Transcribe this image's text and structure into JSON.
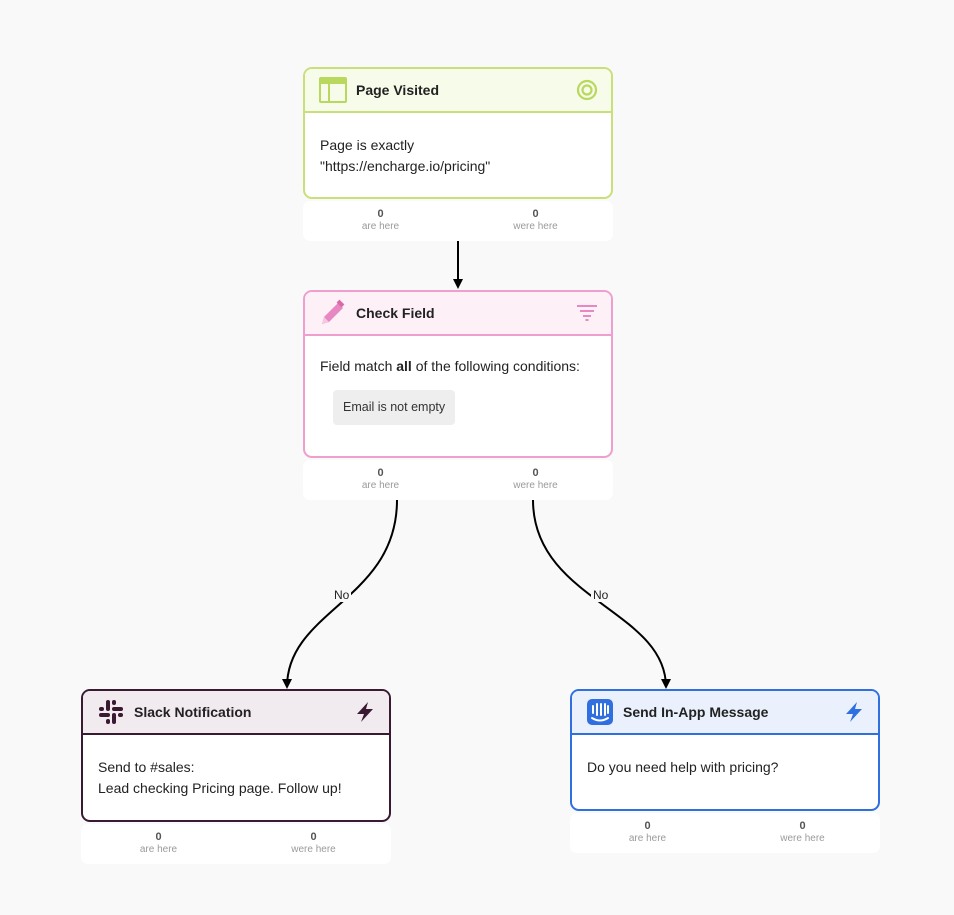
{
  "nodes": {
    "page_visited": {
      "title": "Page Visited",
      "body_line1": "Page is exactly",
      "body_line2": "\"https://encharge.io/pricing\"",
      "icon": "layout-icon",
      "corner_icon": "target-icon",
      "color": "#b9d85e",
      "header_bg": "#f7fbe9",
      "stats": {
        "here_count": "0",
        "here_label": "are here",
        "were_count": "0",
        "were_label": "were here"
      }
    },
    "check_field": {
      "title": "Check Field",
      "body_pre": "Field match ",
      "body_bold": "all",
      "body_post": " of the following conditions:",
      "condition": "Email is not empty",
      "icon": "pencil-icon",
      "corner_icon": "filter-icon",
      "color": "#e888c2",
      "header_bg": "#fdf0f7",
      "stats": {
        "here_count": "0",
        "here_label": "are here",
        "were_count": "0",
        "were_label": "were here"
      }
    },
    "slack": {
      "title": "Slack Notification",
      "body_line1": "Send to #sales:",
      "body_line2": "Lead checking Pricing page. Follow up!",
      "icon": "slack-icon",
      "corner_icon": "bolt-icon",
      "color": "#3a1a33",
      "header_bg": "#f1eaef",
      "stats": {
        "here_count": "0",
        "here_label": "are here",
        "were_count": "0",
        "were_label": "were here"
      }
    },
    "in_app": {
      "title": "Send In-App Message",
      "body_line1": "Do you need help with pricing?",
      "icon": "intercom-icon",
      "corner_icon": "bolt-icon",
      "color": "#2f6fe0",
      "header_bg": "#eaf1fd",
      "stats": {
        "here_count": "0",
        "here_label": "are here",
        "were_count": "0",
        "were_label": "were here"
      }
    }
  },
  "edges": {
    "left_label": "No",
    "right_label": "No"
  }
}
